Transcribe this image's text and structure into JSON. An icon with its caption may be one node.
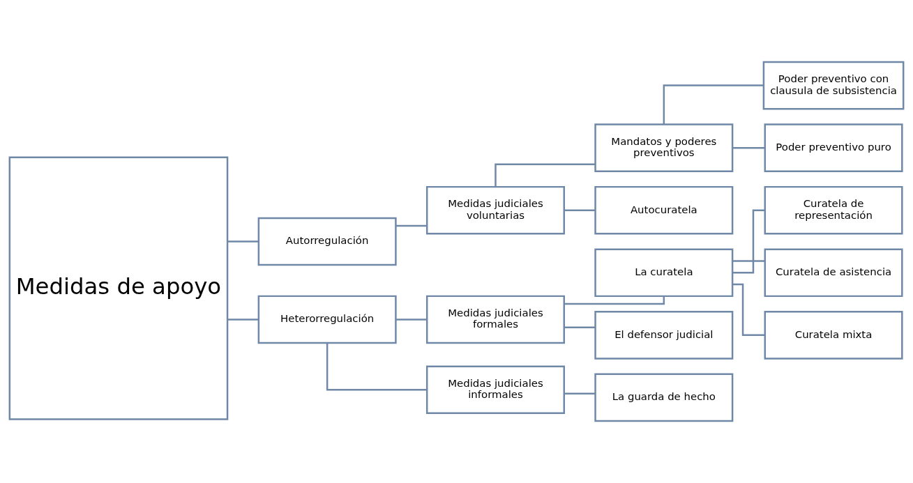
{
  "diagram": {
    "nodes": [
      {
        "text": [
          "Medidas de apoyo"
        ]
      },
      {
        "text": [
          "Autorregulación"
        ]
      },
      {
        "text": [
          "Heterorregulación"
        ]
      },
      {
        "text": [
          "Medidas judiciales voluntarias"
        ]
      },
      {
        "text": [
          "Mandatos y poderes preventivos"
        ]
      },
      {
        "text": [
          "Poder preventivo con clausula de subsistencia"
        ]
      },
      {
        "text": [
          "Poder preventivo puro"
        ]
      },
      {
        "text": [
          "Autocuratela"
        ]
      },
      {
        "text": [
          "Medidas judiciales formales"
        ]
      },
      {
        "text": [
          "La curatela"
        ]
      },
      {
        "text": [
          "Curatela de representación"
        ]
      },
      {
        "text": [
          "Curatela de asistencia"
        ]
      },
      {
        "text": [
          "Curatela mixta"
        ]
      },
      {
        "text": [
          "El defensor judicial"
        ]
      },
      {
        "text": [
          "Medidas judiciales informales"
        ]
      },
      {
        "text": [
          "La guarda de hecho"
        ]
      }
    ],
    "edges": [
      {
        "from": 0,
        "to": 1,
        "arrow": "none"
      },
      {
        "from": 0,
        "to": 2,
        "arrow": "none"
      },
      {
        "from": 1,
        "to": 3,
        "arrow": "none"
      },
      {
        "from": 3,
        "to": 4,
        "arrow": "none"
      },
      {
        "from": 3,
        "to": 7,
        "arrow": "none"
      },
      {
        "from": 4,
        "to": 5,
        "arrow": "none"
      },
      {
        "from": 4,
        "to": 6,
        "arrow": "none"
      },
      {
        "from": 2,
        "to": 8,
        "arrow": "none"
      },
      {
        "from": 2,
        "to": 14,
        "arrow": "none"
      },
      {
        "from": 8,
        "to": 9,
        "arrow": "none"
      },
      {
        "from": 8,
        "to": 13,
        "arrow": "none"
      },
      {
        "from": 9,
        "to": 10,
        "arrow": "none"
      },
      {
        "from": 9,
        "to": 11,
        "arrow": "none"
      },
      {
        "from": 9,
        "to": 12,
        "arrow": "none"
      },
      {
        "from": 14,
        "to": 15,
        "arrow": "none"
      }
    ]
  }
}
